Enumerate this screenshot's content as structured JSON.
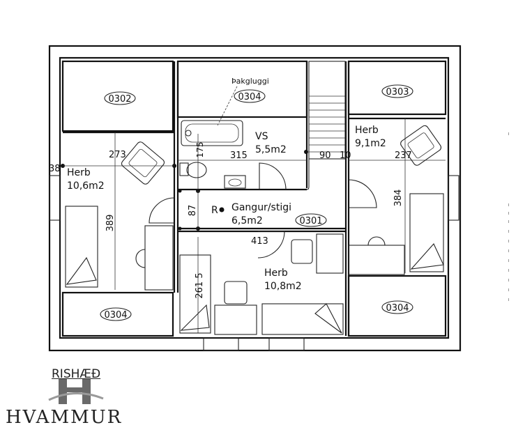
{
  "plan": {
    "rooms": {
      "herb_west": {
        "name": "Herb",
        "area": "10,6m2"
      },
      "vs": {
        "name": "VS",
        "area": "5,5m2"
      },
      "herb_east": {
        "name": "Herb",
        "area": "9,1m2"
      },
      "gangur": {
        "name": "Gangur/stigi",
        "area": "6,5m2"
      },
      "herb_south": {
        "name": "Herb",
        "area": "10,8m2"
      }
    },
    "codes": {
      "c1": "0302",
      "c2": "0304",
      "c3": "0303",
      "c4": "0301",
      "c5": "0304",
      "c6": "0304"
    },
    "skylight_label": "Þakgluggi",
    "r_marker": "R",
    "dimensions": {
      "d273": "273",
      "d38": "38",
      "d389": "389",
      "d175": "175",
      "d315": "315",
      "d90": "90",
      "d10": "10",
      "d237": "237",
      "d384": "384",
      "d87": "87",
      "d413": "413",
      "d2615": "261 5"
    }
  },
  "logo": {
    "stamp_text": "RISHÆÐ",
    "brand_text": "HVAMMUR",
    "icon": "hvammur-h-logo"
  }
}
